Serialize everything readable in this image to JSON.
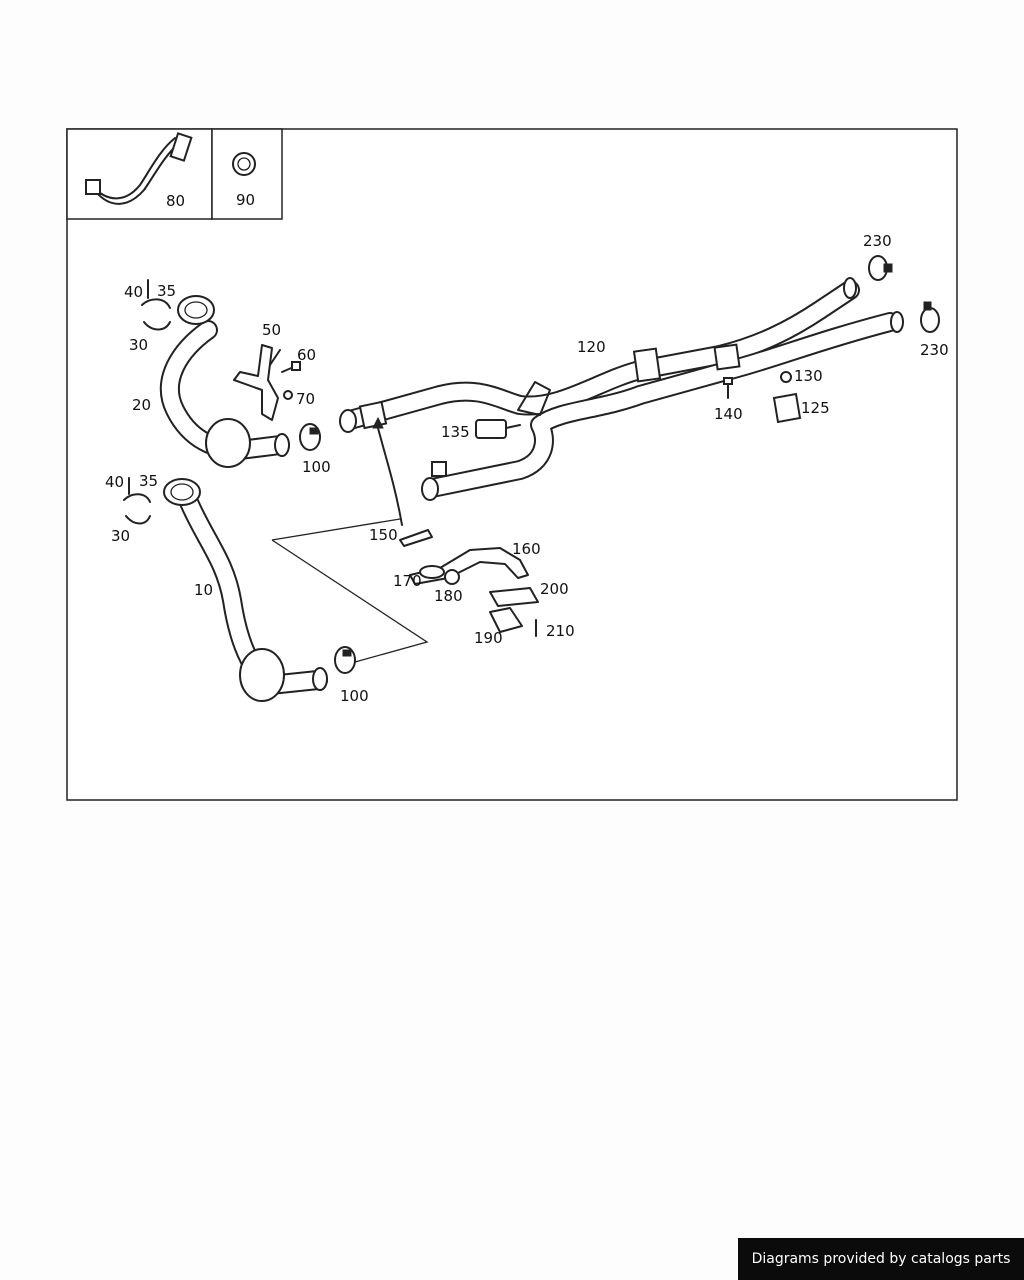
{
  "inset_labels": [
    "80",
    "90"
  ],
  "callouts": [
    {
      "id": "c10",
      "text": "10"
    },
    {
      "id": "c20",
      "text": "20"
    },
    {
      "id": "c30a",
      "text": "30"
    },
    {
      "id": "c30b",
      "text": "30"
    },
    {
      "id": "c35a",
      "text": "35"
    },
    {
      "id": "c35b",
      "text": "35"
    },
    {
      "id": "c40a",
      "text": "40"
    },
    {
      "id": "c40b",
      "text": "40"
    },
    {
      "id": "c50",
      "text": "50"
    },
    {
      "id": "c60",
      "text": "60"
    },
    {
      "id": "c70",
      "text": "70"
    },
    {
      "id": "c100a",
      "text": "100"
    },
    {
      "id": "c100b",
      "text": "100"
    },
    {
      "id": "c120",
      "text": "120"
    },
    {
      "id": "c125",
      "text": "125"
    },
    {
      "id": "c130",
      "text": "130"
    },
    {
      "id": "c135",
      "text": "135"
    },
    {
      "id": "c140",
      "text": "140"
    },
    {
      "id": "c150",
      "text": "150"
    },
    {
      "id": "c160",
      "text": "160"
    },
    {
      "id": "c170",
      "text": "170"
    },
    {
      "id": "c180",
      "text": "180"
    },
    {
      "id": "c190",
      "text": "190"
    },
    {
      "id": "c200",
      "text": "200"
    },
    {
      "id": "c210",
      "text": "210"
    },
    {
      "id": "c230a",
      "text": "230"
    },
    {
      "id": "c230b",
      "text": "230"
    }
  ],
  "watermark": "Diagrams provided by catalogs parts"
}
